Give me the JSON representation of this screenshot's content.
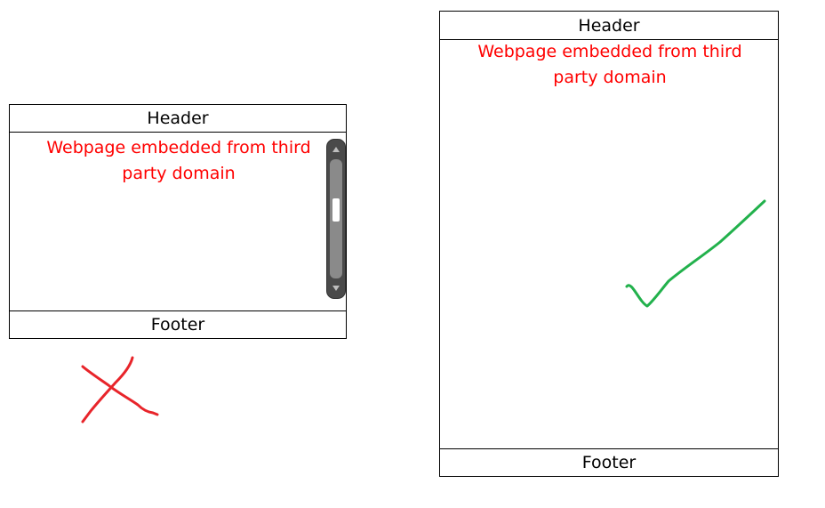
{
  "left_frame": {
    "header": "Header",
    "embedded_text": "Webpage embedded from third party domain",
    "footer": "Footer"
  },
  "right_frame": {
    "header": "Header",
    "embedded_text": "Webpage embedded from third party domain",
    "footer": "Footer"
  },
  "marks": {
    "cross_color": "#e8242a",
    "check_color": "#22b14c"
  }
}
